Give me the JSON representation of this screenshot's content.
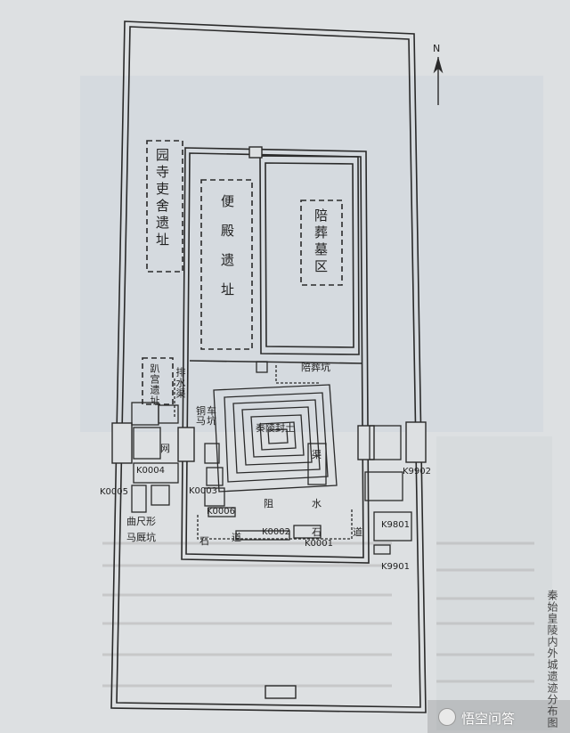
{
  "north": "N",
  "labels": {
    "yuan_si_li_she": "园寺吏舍遗址",
    "bian_dian": "便殿遗址",
    "pei_zang_mu": "陪葬墓区",
    "pei_zang_keng": "陪葬坑",
    "pai_shui_qu": "排水渠",
    "zu_gong": "趴宫遗址",
    "tong_che_ma_keng": "铜车马坑",
    "gang": "网",
    "feng_tu": "秦陵封土",
    "qu": "渠",
    "zu": "阻",
    "shui": "水",
    "shi_left": "石",
    "dao_left": "道",
    "shi_right": "石",
    "dao_right": "道",
    "qu_chi_xing": "曲尺形",
    "ma_jiu_keng": "马厩坑"
  },
  "codes": {
    "k0004": "K0004",
    "k0005": "K0005",
    "k0003": "K0003",
    "k0006": "K0006",
    "k0002": "K0002",
    "k0001": "K0001",
    "k9902": "K9902",
    "k9801": "K9801",
    "k9901": "K9901"
  },
  "caption": "秦始皇陵内外城遗迹分布图",
  "watermark": "悟空问答",
  "colors": {
    "paper": "#e3e6e8",
    "ink": "#2a2a2a",
    "accent": "#c97a6a"
  }
}
